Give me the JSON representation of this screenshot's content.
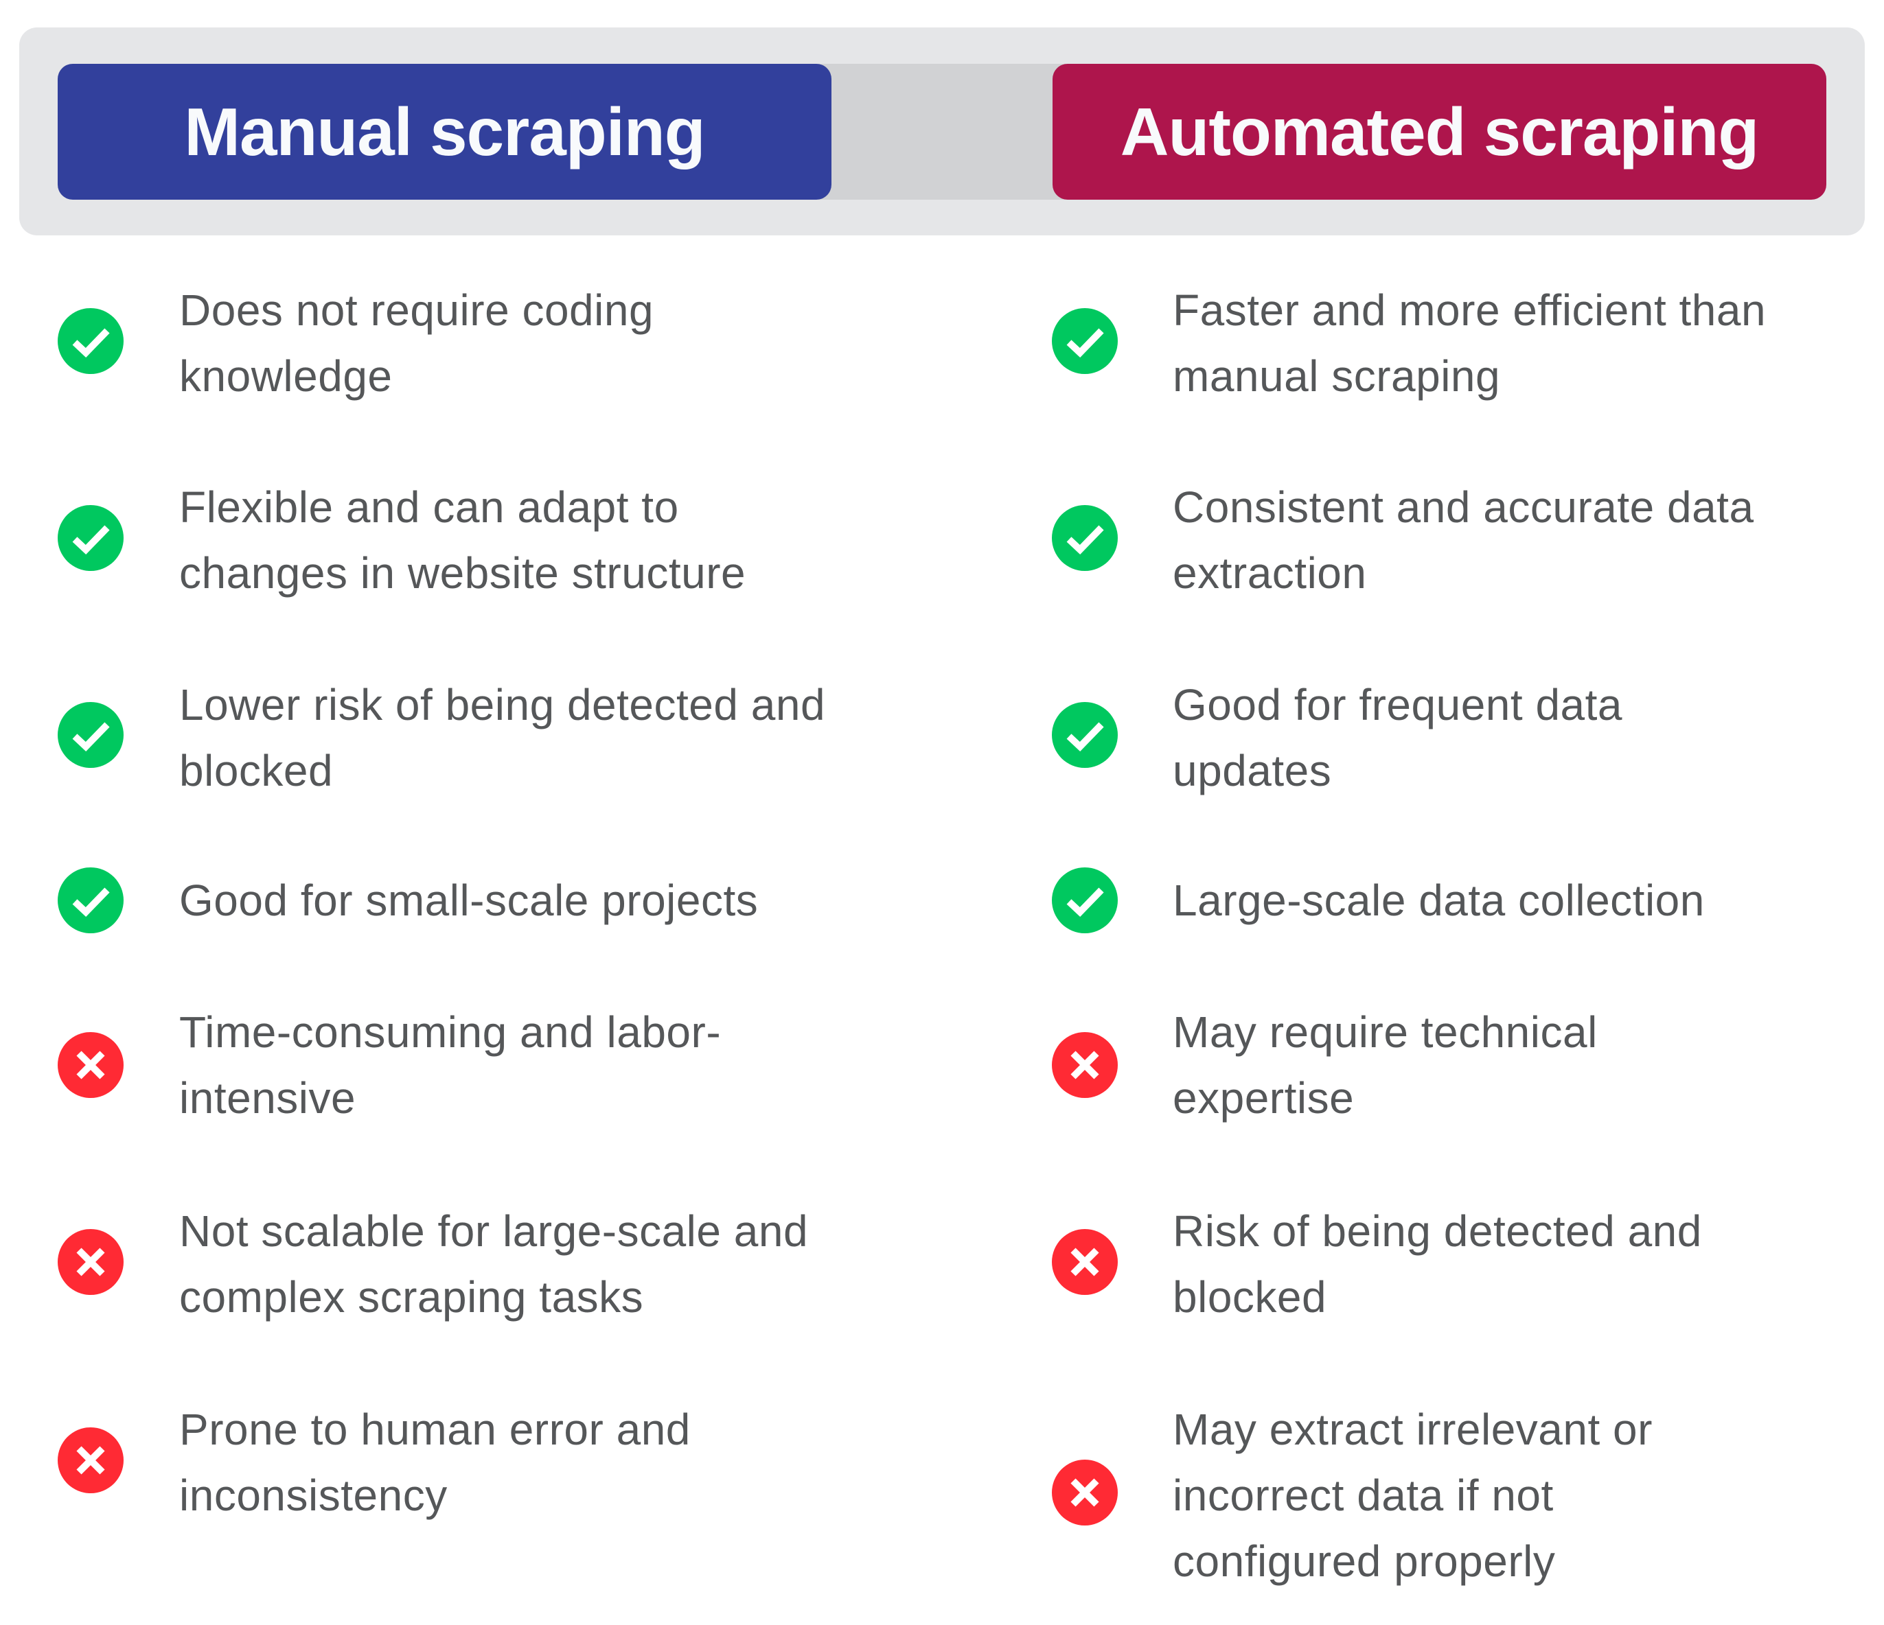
{
  "headers": {
    "manual": {
      "label": "Manual scraping",
      "color": "#32409c"
    },
    "automated": {
      "label": "Automated scraping",
      "color": "#ae154c"
    }
  },
  "icons": {
    "pro": {
      "name": "check-circle-icon",
      "color": "#00c85f"
    },
    "con": {
      "name": "x-circle-icon",
      "color": "#ff2a34"
    }
  },
  "manual": {
    "items": [
      {
        "type": "pro",
        "text": "Does not require coding knowledge"
      },
      {
        "type": "pro",
        "text": "Flexible and can adapt to changes in website structure"
      },
      {
        "type": "pro",
        "text": "Lower risk of being detected and blocked"
      },
      {
        "type": "pro",
        "text": "Good for small-scale projects"
      },
      {
        "type": "con",
        "text": "Time-consuming and labor-intensive"
      },
      {
        "type": "con",
        "text": "Not scalable for large-scale and complex scraping tasks"
      },
      {
        "type": "con",
        "text": "Prone to human error and inconsistency"
      }
    ]
  },
  "automated": {
    "items": [
      {
        "type": "pro",
        "text": "Faster and more efficient than manual scraping"
      },
      {
        "type": "pro",
        "text": "Consistent and accurate data extraction"
      },
      {
        "type": "pro",
        "text": "Good for frequent data updates"
      },
      {
        "type": "pro",
        "text": "Large-scale data collection"
      },
      {
        "type": "con",
        "text": "May require technical expertise"
      },
      {
        "type": "con",
        "text": "Risk of being detected and blocked"
      },
      {
        "type": "con",
        "text": "May extract irrelevant or incorrect data if not configured properly"
      }
    ]
  }
}
